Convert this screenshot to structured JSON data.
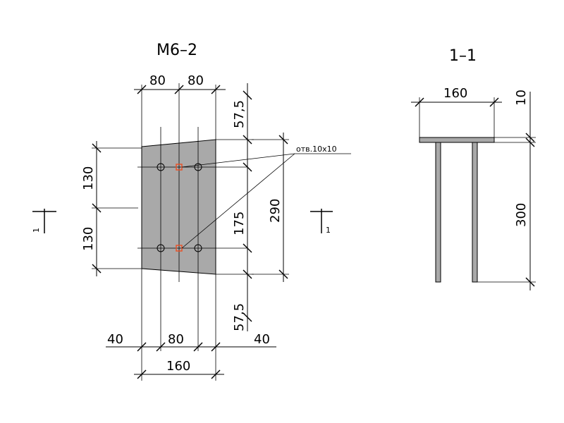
{
  "plan_view": {
    "title": "М6–2",
    "top_dims": [
      "80",
      "80"
    ],
    "bottom_dims": [
      "40",
      "80",
      "40"
    ],
    "overall_bottom": "160",
    "left_dims": [
      "130",
      "130"
    ],
    "right_inner_dims": [
      "57,5",
      "175",
      "57,5"
    ],
    "right_outer_dim": "290",
    "hole_label": "отв.10х10",
    "section_mark": "1"
  },
  "section_view": {
    "title": "1–1",
    "top_width": "160",
    "plate_thickness": "10",
    "leg_height": "300"
  },
  "colors": {
    "plate_fill": "#a9a9a9",
    "hole_highlight": "#e8542b",
    "line": "#000000"
  }
}
